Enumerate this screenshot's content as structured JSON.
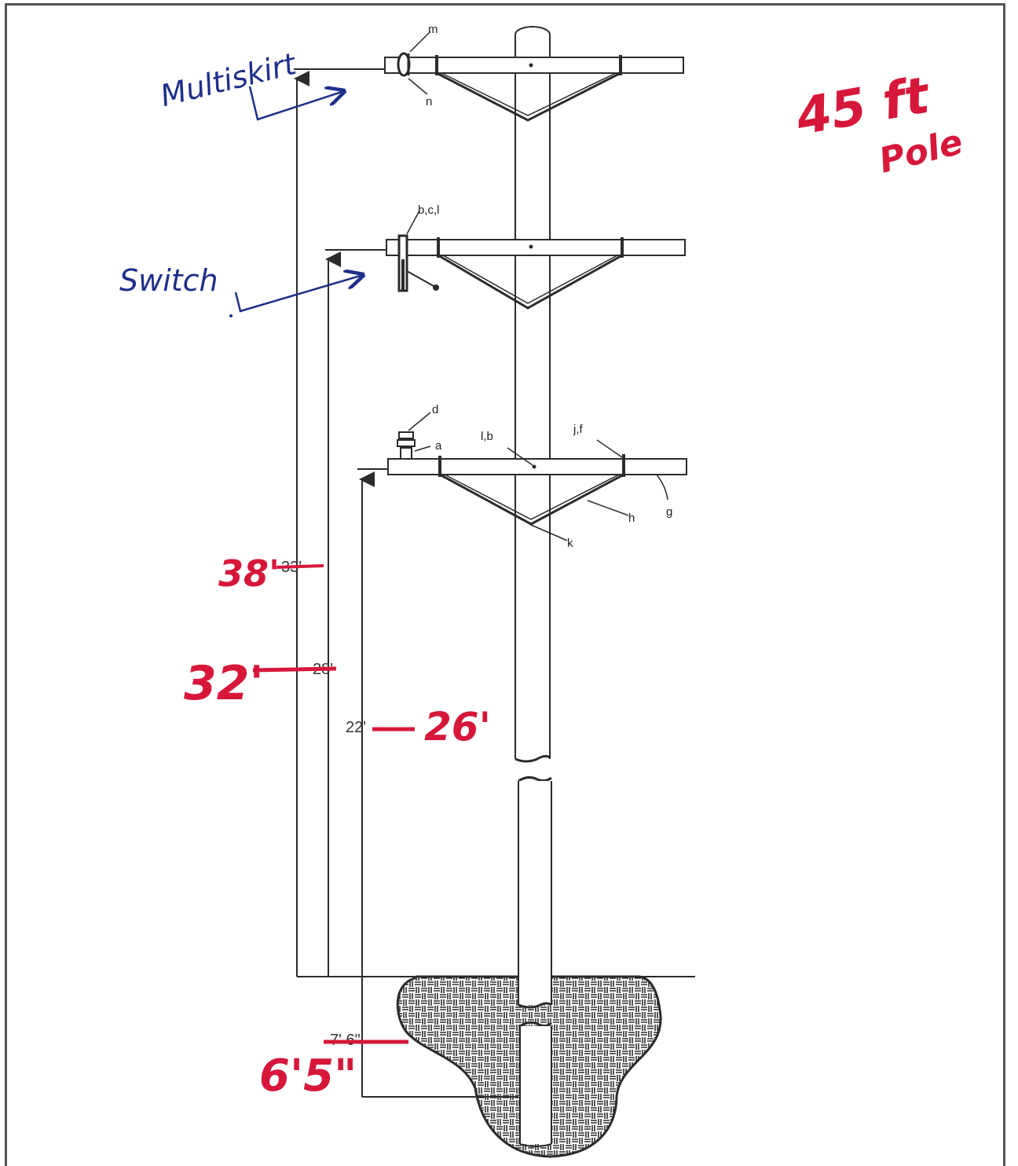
{
  "annotations": {
    "multiskirt": "Multiskirt",
    "switch": "Switch",
    "pole_height_top": "45 ft",
    "pole_height_bottom": "Pole"
  },
  "part_labels": {
    "top_insulator_upper": "m",
    "top_insulator_lower": "n",
    "mid_switch": "b,c,l",
    "low_insulator_top": "d",
    "low_insulator_side": "a",
    "low_center": "l,b",
    "low_brace_top": "j,f",
    "low_crossarm_end": "g",
    "low_brace": "h",
    "low_brace_center": "k"
  },
  "dimensions": {
    "top_old": "33'",
    "top_new": "38'",
    "mid_old": "28'",
    "mid_new": "32'",
    "low_old": "22'",
    "low_new": "26'",
    "embed_old": "7' 6\"",
    "embed_new": "6'5\""
  },
  "colors": {
    "ink": "#2b2b2b",
    "blue_handwriting": "#1f2f8a",
    "red_handwriting": "#d6173a"
  }
}
